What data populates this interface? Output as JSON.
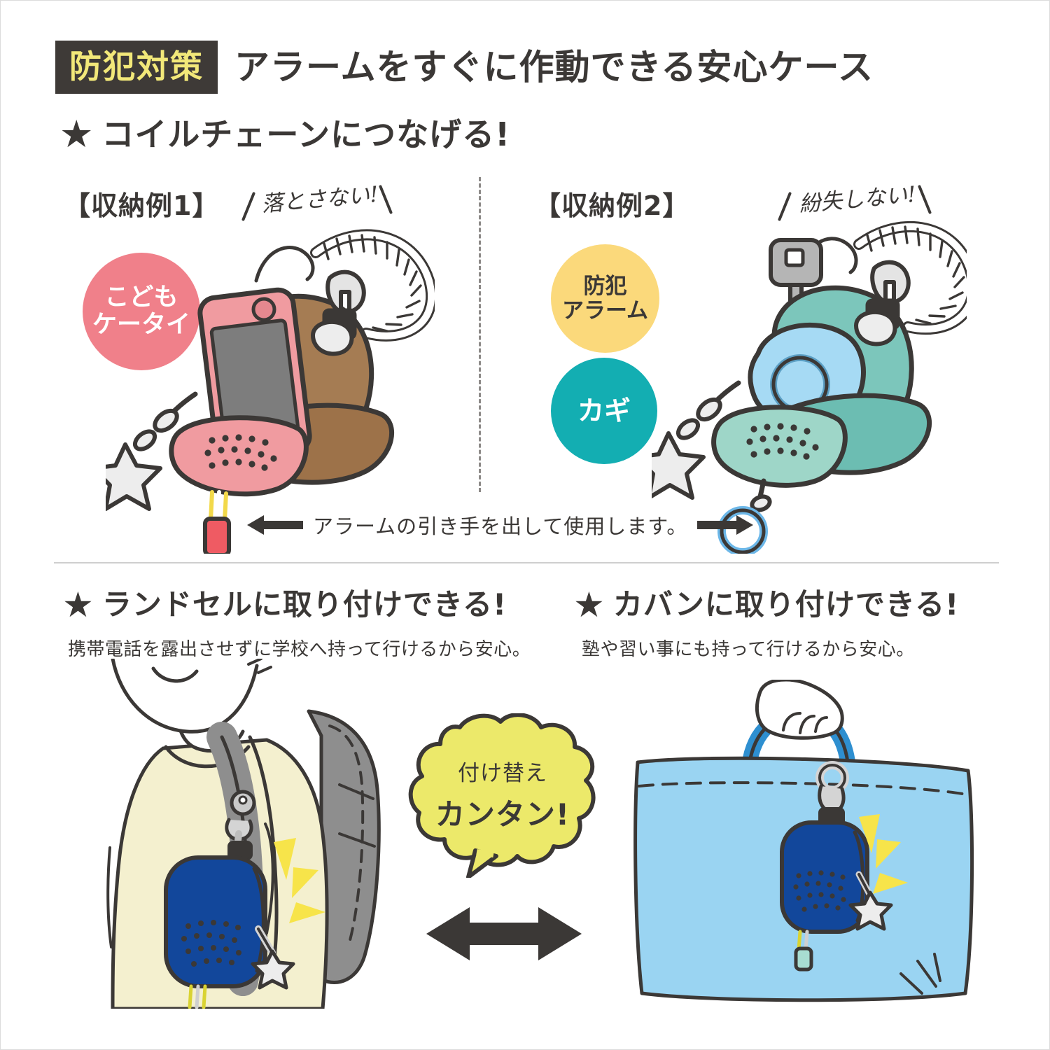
{
  "header": {
    "badge": "防犯対策",
    "title": "アラームをすぐに作動できる安心ケース"
  },
  "sections": {
    "coil_chain": {
      "star_icon": "star-icon",
      "heading": "コイルチェーンにつなげる!",
      "example1": {
        "label": "【収納例1】",
        "handwritten_note": "落とさない!",
        "badges": [
          {
            "name": "kodomo-keitai",
            "line1": "こども",
            "line2": "ケータイ",
            "color": "#f0808a",
            "text_color": "#ffffff"
          }
        ]
      },
      "example2": {
        "label": "【収納例2】",
        "handwritten_note": "紛失しない!",
        "badges": [
          {
            "name": "bouhan-alarm",
            "line1": "防犯",
            "line2": "アラーム",
            "color": "#fbd97b",
            "text_color": "#3b3836"
          },
          {
            "name": "kagi",
            "line1": "カギ",
            "line2": "",
            "color": "#13aeb2",
            "text_color": "#ffffff"
          }
        ]
      },
      "caption": "アラームの引き手を出して使用します。"
    },
    "randoseru": {
      "star_icon": "star-icon",
      "heading": "ランドセルに取り付けできる!",
      "sub": "携帯電話を露出させずに学校へ持って行けるから安心。"
    },
    "kaban": {
      "star_icon": "star-icon",
      "heading": "カバンに取り付けできる!",
      "sub": "塾や習い事にも持って行けるから安心。"
    },
    "bubble": {
      "line1": "付け替え",
      "line2": "カンタン!"
    }
  },
  "colors": {
    "ink": "#3b3836",
    "header_box": "#3e3a37",
    "header_box_text": "#f2e879",
    "pink": "#f0808a",
    "yellow": "#fbd97b",
    "teal": "#13aeb2",
    "bubble_yellow": "#ece96a",
    "case_blue": "#12479b",
    "bag_blue": "#9ad4f2",
    "case_brown": "#a57c53",
    "case_pink": "#f09ba0",
    "case_mint": "#9ed6c8",
    "sparkle_yellow": "#f7e44a",
    "divider": "#cfcfcf"
  },
  "illustrations": {
    "example1": "brown-case-with-pink-kids-phone-and-coil-chain",
    "example2": "mint-case-with-blue-alarm-key-and-coil-chain",
    "randoseru": "child-wearing-gray-backpack-with-blue-case-attached",
    "kaban": "hand-holding-light-blue-lesson-bag-with-blue-case-attached"
  }
}
